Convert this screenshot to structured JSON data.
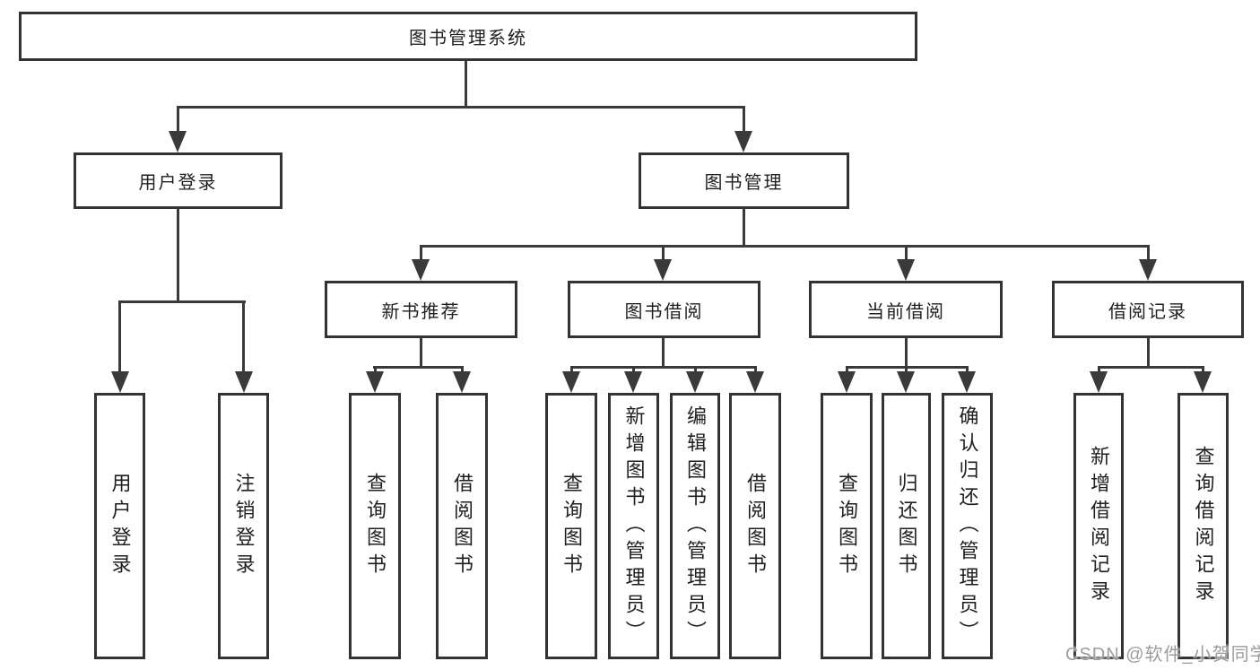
{
  "diagram": {
    "watermark": "CSDN @软件_小贺同学",
    "colors": {
      "line": "#3a3a3a",
      "box_border": "#333333",
      "text": "#1f1f1f",
      "watermark": "#9c9c9c",
      "background": "#ffffff"
    },
    "tree": {
      "label": "图书管理系统",
      "children": [
        {
          "label": "用户登录",
          "children": [
            {
              "label": "用户登录"
            },
            {
              "label": "注销登录"
            }
          ]
        },
        {
          "label": "图书管理",
          "children": [
            {
              "label": "新书推荐",
              "children": [
                {
                  "label": "查询图书"
                },
                {
                  "label": "借阅图书"
                }
              ]
            },
            {
              "label": "图书借阅",
              "children": [
                {
                  "label": "查询图书"
                },
                {
                  "label": "新增图书（管理员）"
                },
                {
                  "label": "编辑图书（管理员）"
                },
                {
                  "label": "借阅图书"
                }
              ]
            },
            {
              "label": "当前借阅",
              "children": [
                {
                  "label": "查询图书"
                },
                {
                  "label": "归还图书"
                },
                {
                  "label": "确认归还（管理员）"
                }
              ]
            },
            {
              "label": "借阅记录",
              "children": [
                {
                  "label": "新增借阅记录"
                },
                {
                  "label": "查询借阅记录"
                }
              ]
            }
          ]
        }
      ]
    }
  }
}
